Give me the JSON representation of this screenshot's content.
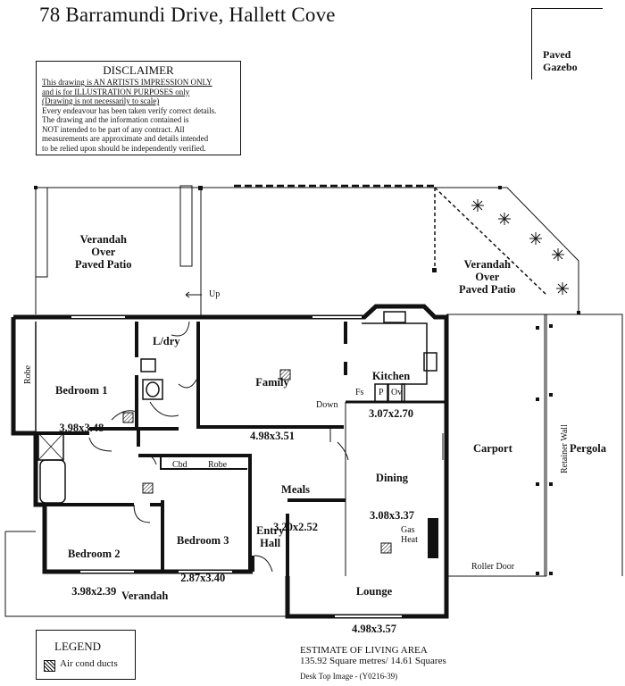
{
  "title": "78 Barramundi  Drive, Hallett Cove",
  "disclaimer": {
    "heading": "DISCLAIMER",
    "lines_underlined": [
      "This drawing is AN ARTISTS IMPRESSION ONLY",
      "and is for ILLUSTRATION PURPOSES only",
      "(Drawing is not necessarily to scale)"
    ],
    "lines": [
      "Every endeavour has been taken verify correct details.",
      "The drawing and the information contained is",
      "NOT intended to be part of any contract.  All",
      "measurements are approximate and details intended",
      "to be relied upon should be independently verified."
    ]
  },
  "gazebo": "Paved\nGazebo",
  "rooms": {
    "verandah_left": "Verandah\nOver\nPaved Patio",
    "verandah_right": "Verandah\nOver\nPaved Patio",
    "bedroom1": "Bedroom 1",
    "bedroom1_dim": "3.98x3.48",
    "ldry": "L/dry",
    "family": "Family",
    "family_dim": "4.98x3.51",
    "kitchen": "Kitchen",
    "kitchen_dim": "3.07x2.70",
    "meals": "Meals",
    "meals_dim": "3.20x2.52",
    "dining": "Dining",
    "dining_dim": "3.08x3.37",
    "bedroom2": "Bedroom 2",
    "bedroom2_dim": "3.98x2.39",
    "bedroom3": "Bedroom 3",
    "bedroom3_dim": "2.87x3.40",
    "entry": "Entry\nHall",
    "lounge": "Lounge",
    "lounge_dim": "4.98x3.57",
    "carport": "Carport",
    "pergola": "Pergola",
    "verandah_front": "Verandah"
  },
  "labels": {
    "robe1": "Robe",
    "robe2": "Robe",
    "cbd": "Cbd",
    "up": "Up",
    "down": "Down",
    "fs": "Fs",
    "p": "P",
    "ov": "Ov",
    "gas_heat": "Gas\nHeat",
    "roller_door": "Roller Door",
    "retainer_wall": "Retainer Wall"
  },
  "legend": {
    "title": "LEGEND",
    "item": "Air cond ducts"
  },
  "estimate": {
    "heading": "ESTIMATE OF LIVING AREA",
    "value": "135.92 Square metres/  14.61 Squares"
  },
  "footer": "Desk Top Image -  (Y0216-39)"
}
